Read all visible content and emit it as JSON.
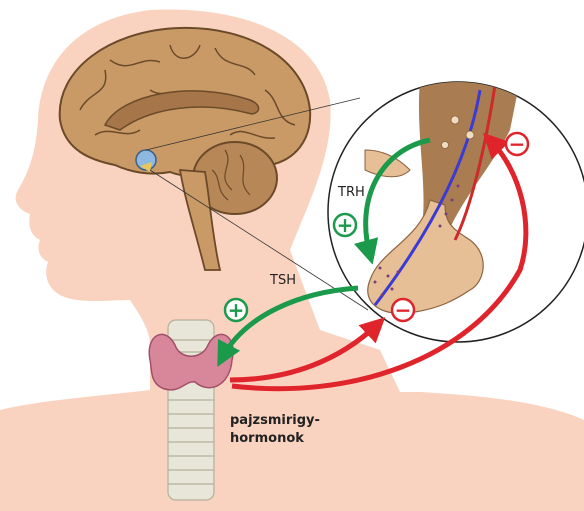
{
  "labels": {
    "trh": "TRH",
    "tsh": "TSH",
    "hormones_line1": "pajzsmirigy-",
    "hormones_line2": "hormonok"
  },
  "signs": {
    "plus": "+",
    "minus": "−"
  },
  "colors": {
    "skin": "#f9d3bf",
    "brain": "#c99a66",
    "brain_outline": "#6b4a2a",
    "stimulation_arrow": "#1a9a4a",
    "inhibition_arrow": "#e0242c",
    "thyroid": "#d8869a",
    "trachea": "#e8e6d8",
    "pituitary": "#e7bf96"
  }
}
